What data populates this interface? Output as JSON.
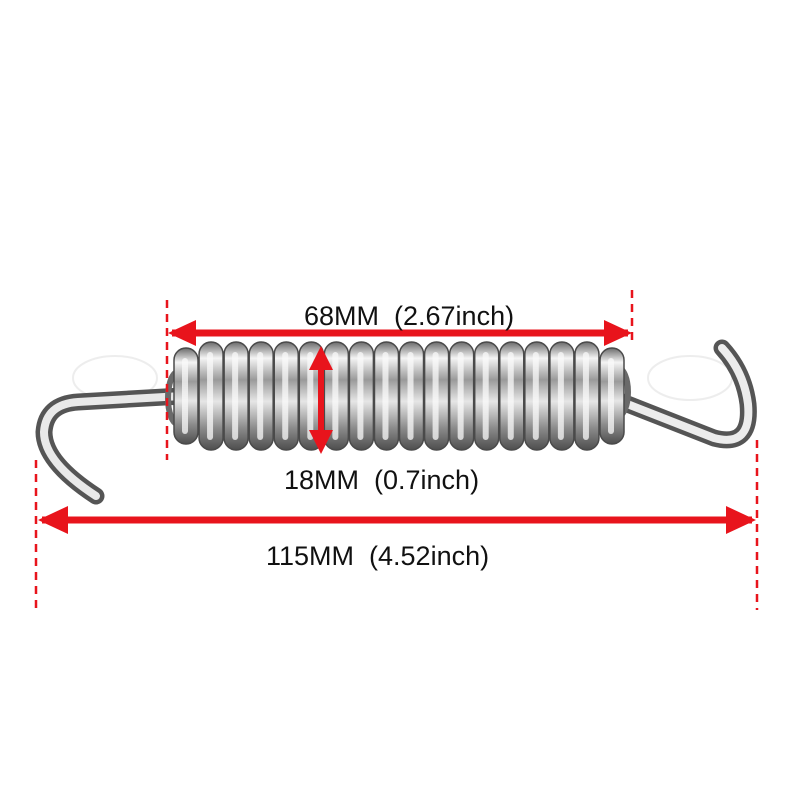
{
  "product": "stainless steel extension spring with hooked ends",
  "watermark_text": "",
  "dimensions": {
    "coil_length": {
      "label": "68MM  (2.67inch)",
      "value_mm": 68,
      "value_inch": 2.67
    },
    "coil_diameter": {
      "label": "18MM  (0.7inch)",
      "value_mm": 18,
      "value_inch": 0.7
    },
    "overall_length": {
      "label": "115MM  (4.52inch)",
      "value_mm": 115,
      "value_inch": 4.52
    }
  },
  "colors": {
    "dimension_lines": "#e8141c",
    "label_text": "#111111",
    "background": "#ffffff",
    "steel_light": "#f2f2f2",
    "steel_dark": "#5a5a5a"
  },
  "coil_turns": 18
}
